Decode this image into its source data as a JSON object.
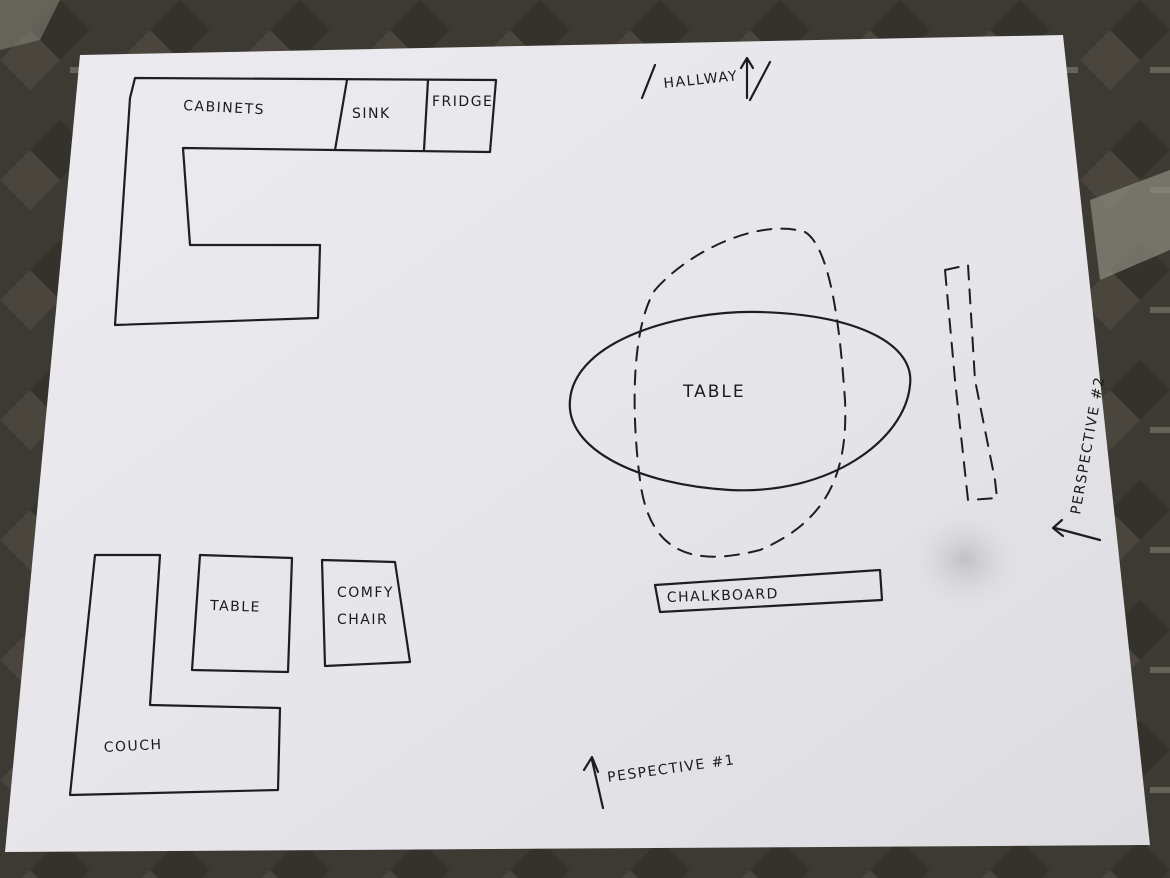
{
  "sketch": {
    "labels": {
      "cabinets": "CABINETS",
      "sink": "SINK",
      "fridge": "FRIDGE",
      "hallway": "HALLWAY",
      "dining_table": "TABLE",
      "chalkboard": "CHALKBOARD",
      "couch": "COUCH",
      "side_table": "TABLE",
      "comfy_chair_line1": "COMFY",
      "comfy_chair_line2": "CHAIR",
      "perspective_1": "PESPECTIVE #1",
      "perspective_2": "PERSPECTIVE #2"
    }
  },
  "colors": {
    "carpet_dark": "#3d3a33",
    "carpet_light": "#8f8b80",
    "paper": "#e8e6ea",
    "ink": "#1e1e1e"
  }
}
